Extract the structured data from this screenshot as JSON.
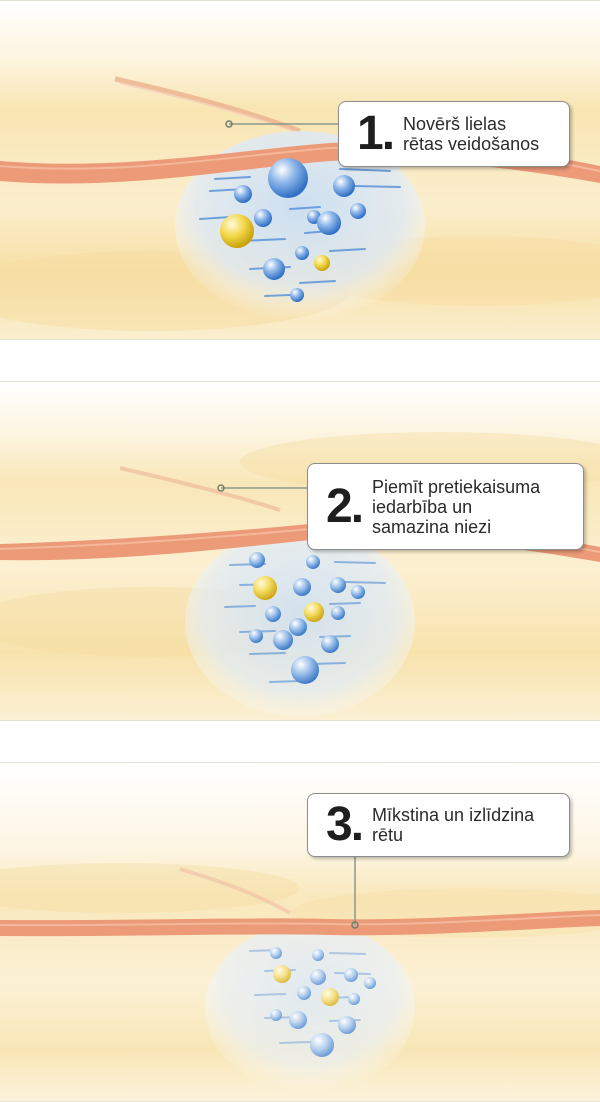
{
  "steps": [
    {
      "number": "1.",
      "line1": "Novērš lielas",
      "line2": "rētas veidošanos",
      "line3": ""
    },
    {
      "number": "2.",
      "line1": "Piemīt pretiekaisuma",
      "line2": "iedarbība un",
      "line3": "samazina niezi"
    },
    {
      "number": "3.",
      "line1": "Mīkstina un izlīdzina",
      "line2": "rētu",
      "line3": ""
    }
  ],
  "colors": {
    "skin_light": "#fbf1d6",
    "skin_band": "#f7e2a8",
    "scar_line": "#ec9a78",
    "gel_blue": "#c9def3",
    "bubble_blue": "#3d7fd0",
    "bubble_yellow": "#e9c21d",
    "leader_line": "#8a9a8c"
  }
}
